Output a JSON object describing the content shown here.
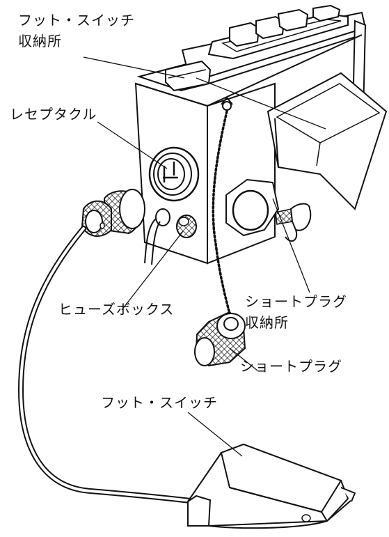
{
  "labels": {
    "foot_switch_storage_line1": "フット・スイッチ",
    "foot_switch_storage_line2": "収納所",
    "receptacle": "レセプタクル",
    "fuse_box": "ヒューズボックス",
    "short_plug_storage_line1": "ショートプラグ",
    "short_plug_storage_line2": "収納所",
    "short_plug": "ショートプラグ",
    "foot_switch": "フット・スイッチ"
  },
  "colors": {
    "line": "#111111",
    "fill": "#ffffff",
    "shade": "#e6e6e6"
  }
}
